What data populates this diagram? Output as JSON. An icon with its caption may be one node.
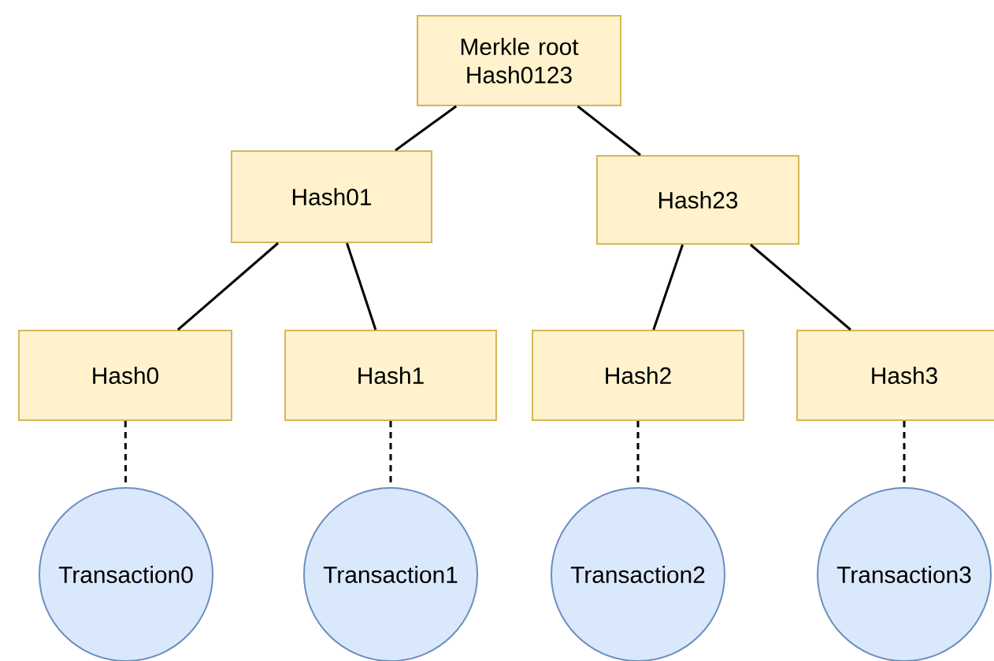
{
  "diagram": {
    "nodes": [
      {
        "text": [
          "Merkle root Hash0123"
        ]
      },
      {
        "text": [
          "Hash01"
        ]
      },
      {
        "text": [
          "Hash23"
        ]
      },
      {
        "text": [
          "Hash0"
        ]
      },
      {
        "text": [
          "Hash1"
        ]
      },
      {
        "text": [
          "Hash2"
        ]
      },
      {
        "text": [
          "Hash3"
        ]
      },
      {
        "text": [
          "Transaction0"
        ]
      },
      {
        "text": [
          "Transaction1"
        ]
      },
      {
        "text": [
          "Transaction2"
        ]
      },
      {
        "text": [
          "Transaction3"
        ]
      }
    ],
    "edges": [
      {
        "from": 0,
        "to": 1,
        "arrow": "none"
      },
      {
        "from": 0,
        "to": 2,
        "arrow": "none"
      },
      {
        "from": 1,
        "to": 3,
        "arrow": "none"
      },
      {
        "from": 1,
        "to": 4,
        "arrow": "none"
      },
      {
        "from": 2,
        "to": 5,
        "arrow": "none"
      },
      {
        "from": 2,
        "to": 6,
        "arrow": "none"
      },
      {
        "from": 3,
        "to": 7,
        "arrow": "none",
        "style": "dashed"
      },
      {
        "from": 4,
        "to": 8,
        "arrow": "none",
        "style": "dashed"
      },
      {
        "from": 5,
        "to": 9,
        "arrow": "none",
        "style": "dashed"
      },
      {
        "from": 6,
        "to": 10,
        "arrow": "none",
        "style": "dashed"
      }
    ]
  }
}
